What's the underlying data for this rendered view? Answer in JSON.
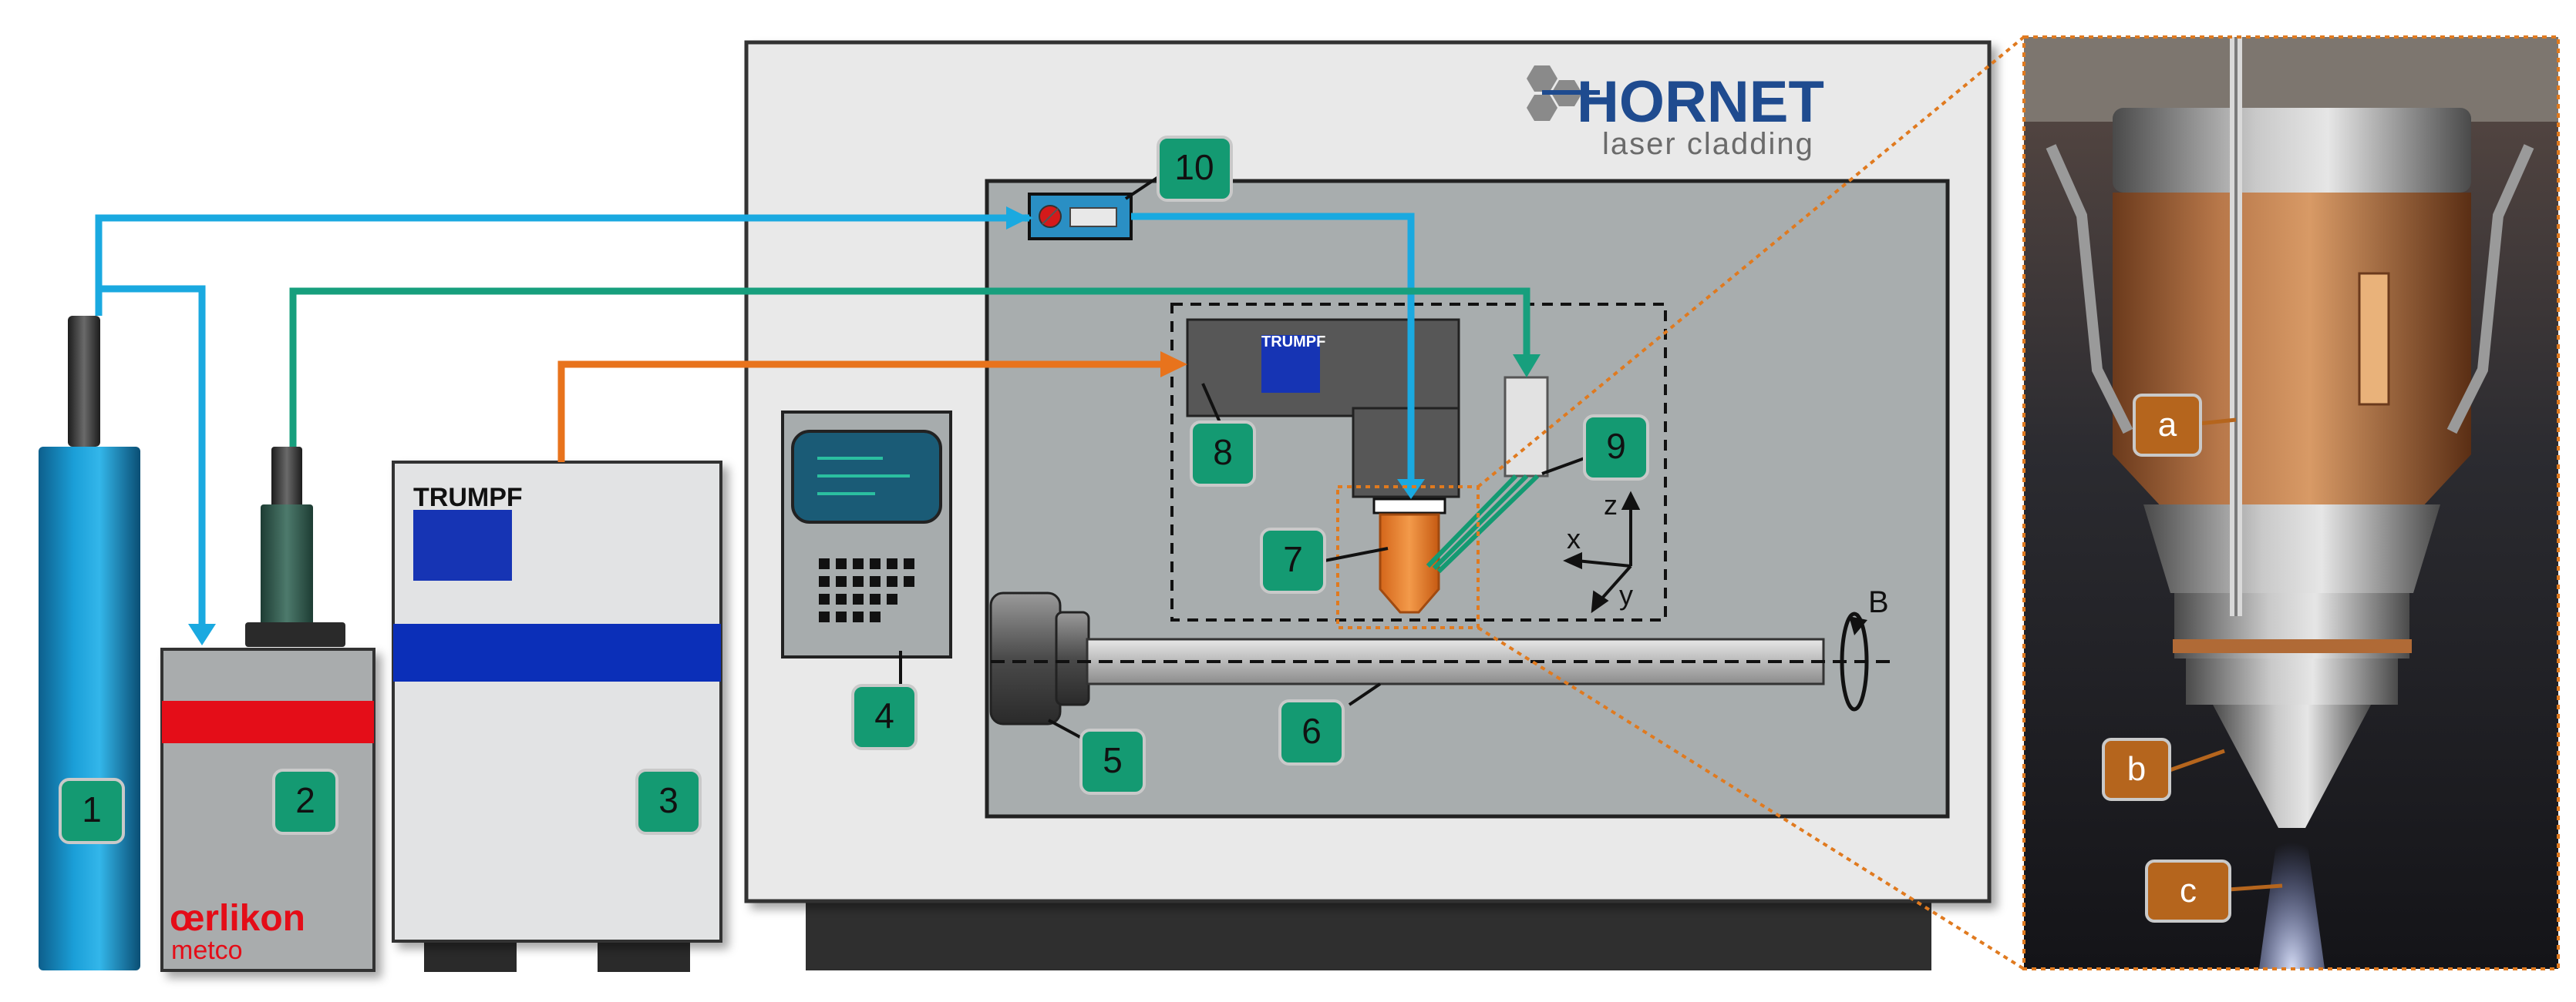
{
  "brand": {
    "name": "HORNET",
    "tagline": "laser cladding"
  },
  "device_brands": {
    "powder_feeder": "œrlikon",
    "powder_feeder_sub": "metco",
    "laser_source": "TRUMPF",
    "laser_head": "TRUMPF"
  },
  "labels": {
    "n1": "1",
    "n2": "2",
    "n3": "3",
    "n4": "4",
    "n5": "5",
    "n6": "6",
    "n7": "7",
    "n8": "8",
    "n9": "9",
    "n10": "10",
    "a": "a",
    "b": "b",
    "c": "c"
  },
  "axes": {
    "x": "x",
    "y": "y",
    "z": "z",
    "rot": "B"
  },
  "colors": {
    "gas_line": "#1aa9e0",
    "powder_line": "#179f7d",
    "laser_line": "#e8731c",
    "label_green": "#149a72",
    "label_brown": "#b5651d",
    "callout_orange": "#e07a1f"
  }
}
